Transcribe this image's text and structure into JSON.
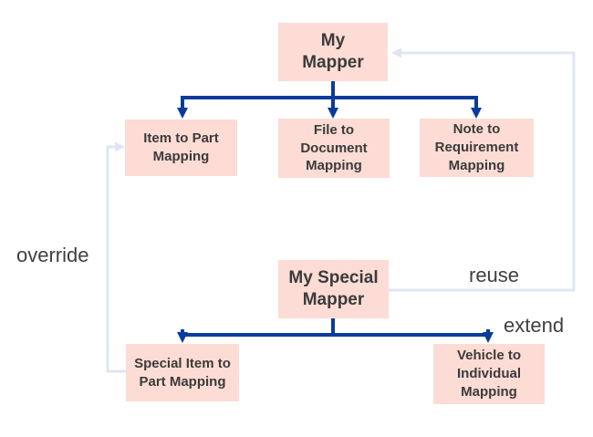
{
  "colors": {
    "background": "#ffffff",
    "node_fill": "#fcdcd4",
    "node_text": "#3b3b3b",
    "primary_edge": "#0a3b9c",
    "secondary_edge": "#dfe5f2",
    "label_text": "#3f3f3f"
  },
  "nodes": {
    "my_mapper": {
      "label": "My\nMapper"
    },
    "item_to_part_mapping": {
      "label": "Item to Part\nMapping"
    },
    "file_to_document_mapping": {
      "label": "File to\nDocument\nMapping"
    },
    "note_to_requirement_mapping": {
      "label": "Note to\nRequirement\nMapping"
    },
    "my_special_mapper": {
      "label": "My Special\nMapper"
    },
    "special_item_to_part_mapping": {
      "label": "Special Item to\nPart Mapping"
    },
    "vehicle_to_individual_mapping": {
      "label": "Vehicle to\nIndividual\nMapping"
    }
  },
  "labels": {
    "override": "override",
    "reuse": "reuse",
    "extend": "extend"
  },
  "edges": [
    {
      "from": "my_mapper",
      "to": "item_to_part_mapping",
      "style": "solid-blue-arrow"
    },
    {
      "from": "my_mapper",
      "to": "file_to_document_mapping",
      "style": "solid-blue-arrow"
    },
    {
      "from": "my_mapper",
      "to": "note_to_requirement_mapping",
      "style": "solid-blue-arrow"
    },
    {
      "from": "my_special_mapper",
      "to": "special_item_to_part_mapping",
      "style": "solid-blue-arrow",
      "label": "extend"
    },
    {
      "from": "my_special_mapper",
      "to": "vehicle_to_individual_mapping",
      "style": "solid-blue-arrow",
      "label": "extend"
    },
    {
      "from": "special_item_to_part_mapping",
      "to": "item_to_part_mapping",
      "style": "light-gray-arrow",
      "label": "override"
    },
    {
      "from": "my_special_mapper",
      "to": "my_mapper",
      "style": "light-gray-arrow",
      "label": "reuse"
    }
  ]
}
